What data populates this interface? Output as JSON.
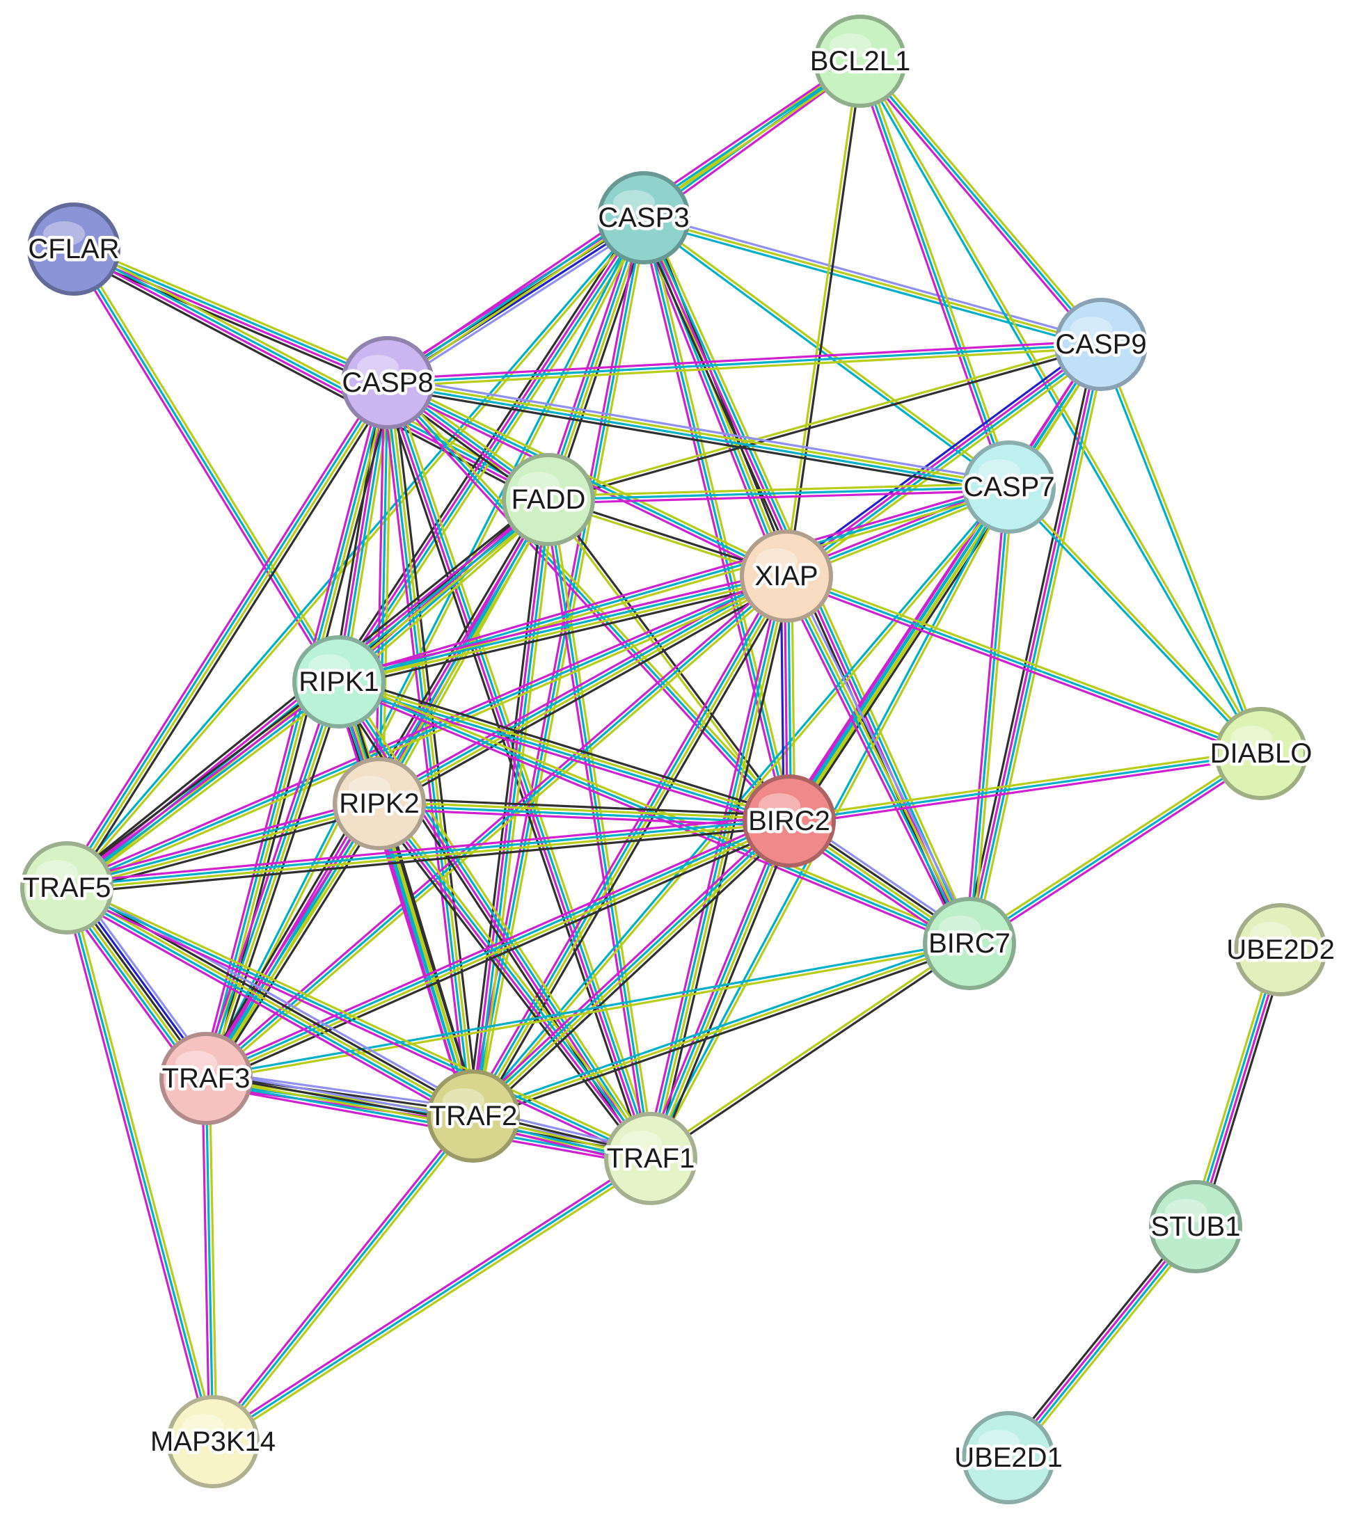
{
  "nodes": [
    {
      "id": "BCL2L1",
      "label": "BCL2L1",
      "color": "#c8f2c2"
    },
    {
      "id": "CFLAR",
      "label": "CFLAR",
      "color": "#8a94d6"
    },
    {
      "id": "CASP3",
      "label": "CASP3",
      "color": "#8fd3cc"
    },
    {
      "id": "CASP9",
      "label": "CASP9",
      "color": "#c0e0f8"
    },
    {
      "id": "CASP8",
      "label": "CASP8",
      "color": "#cbb6f2"
    },
    {
      "id": "FADD",
      "label": "FADD",
      "color": "#cef0c4"
    },
    {
      "id": "CASP7",
      "label": "CASP7",
      "color": "#bff0f0"
    },
    {
      "id": "XIAP",
      "label": "XIAP",
      "color": "#f7dcc2"
    },
    {
      "id": "RIPK1",
      "label": "RIPK1",
      "color": "#b9f2d6"
    },
    {
      "id": "DIABLO",
      "label": "DIABLO",
      "color": "#dcf3b4"
    },
    {
      "id": "RIPK2",
      "label": "RIPK2",
      "color": "#f2e0c8"
    },
    {
      "id": "BIRC2",
      "label": "BIRC2",
      "color": "#f08a8a"
    },
    {
      "id": "TRAF5",
      "label": "TRAF5",
      "color": "#d7f3c6"
    },
    {
      "id": "BIRC7",
      "label": "BIRC7",
      "color": "#bcefc8"
    },
    {
      "id": "UBE2D2",
      "label": "UBE2D2",
      "color": "#e4efbe"
    },
    {
      "id": "TRAF3",
      "label": "TRAF3",
      "color": "#f6c2c0"
    },
    {
      "id": "TRAF2",
      "label": "TRAF2",
      "color": "#d8d68e"
    },
    {
      "id": "TRAF1",
      "label": "TRAF1",
      "color": "#e4f4c8"
    },
    {
      "id": "STUB1",
      "label": "STUB1",
      "color": "#bdeccc"
    },
    {
      "id": "MAP3K14",
      "label": "MAP3K14",
      "color": "#f6f4c8"
    },
    {
      "id": "UBE2D1",
      "label": "UBE2D1",
      "color": "#bff0e8"
    }
  ],
  "edges": [
    {
      "source": "CFLAR",
      "target": "CASP8",
      "colors": [
        "#b8cc1a",
        "#00b0c8",
        "#d020d0",
        "#303030"
      ]
    },
    {
      "source": "CFLAR",
      "target": "RIPK1",
      "colors": [
        "#b8cc1a",
        "#00b0c8",
        "#d020d0"
      ]
    },
    {
      "source": "CFLAR",
      "target": "FADD",
      "colors": [
        "#b8cc1a",
        "#00b0c8",
        "#d020d0",
        "#303030"
      ]
    },
    {
      "source": "CASP3",
      "target": "BCL2L1",
      "colors": [
        "#b8cc1a",
        "#00b0c8",
        "#d020d0"
      ]
    },
    {
      "source": "CASP3",
      "target": "CASP8",
      "colors": [
        "#9090f0",
        "#2020c8",
        "#303030",
        "#d020d0"
      ]
    },
    {
      "source": "CASP3",
      "target": "CASP9",
      "colors": [
        "#9090f0",
        "#b8cc1a",
        "#00b0c8"
      ]
    },
    {
      "source": "CASP3",
      "target": "CASP7",
      "colors": [
        "#b8cc1a",
        "#00b0c8"
      ]
    },
    {
      "source": "CASP3",
      "target": "XIAP",
      "colors": [
        "#303030",
        "#b8cc1a",
        "#00b0c8",
        "#d020d0"
      ]
    },
    {
      "source": "CASP3",
      "target": "FADD",
      "colors": [
        "#303030",
        "#b8cc1a",
        "#00b0c8",
        "#d020d0"
      ]
    },
    {
      "source": "CASP3",
      "target": "RIPK1",
      "colors": [
        "#b8cc1a",
        "#00b0c8",
        "#d020d0",
        "#303030"
      ]
    },
    {
      "source": "CASP3",
      "target": "BIRC2",
      "colors": [
        "#b8cc1a",
        "#00b0c8",
        "#d020d0"
      ]
    },
    {
      "source": "CASP3",
      "target": "BIRC7",
      "colors": [
        "#b8cc1a",
        "#00b0c8",
        "#d020d0",
        "#303030"
      ]
    },
    {
      "source": "CASP3",
      "target": "TRAF2",
      "colors": [
        "#b8cc1a",
        "#00b0c8",
        "#d020d0"
      ]
    },
    {
      "source": "CASP3",
      "target": "TRAF3",
      "colors": [
        "#b8cc1a",
        "#00b0c8"
      ]
    },
    {
      "source": "CASP3",
      "target": "TRAF5",
      "colors": [
        "#b8cc1a",
        "#00b0c8"
      ]
    },
    {
      "source": "BCL2L1",
      "target": "XIAP",
      "colors": [
        "#303030",
        "#b8cc1a"
      ]
    },
    {
      "source": "BCL2L1",
      "target": "CASP9",
      "colors": [
        "#b8cc1a",
        "#00b0c8",
        "#d020d0"
      ]
    },
    {
      "source": "BCL2L1",
      "target": "CASP7",
      "colors": [
        "#b8cc1a",
        "#00b0c8",
        "#d020d0"
      ]
    },
    {
      "source": "BCL2L1",
      "target": "CASP8",
      "colors": [
        "#b8cc1a",
        "#00b0c8",
        "#d020d0"
      ]
    },
    {
      "source": "BCL2L1",
      "target": "DIABLO",
      "colors": [
        "#b8cc1a",
        "#00b0c8"
      ]
    },
    {
      "source": "CASP9",
      "target": "XIAP",
      "colors": [
        "#b8cc1a",
        "#00b0c8",
        "#d020d0",
        "#2020c8"
      ]
    },
    {
      "source": "CASP9",
      "target": "CASP7",
      "colors": [
        "#b8cc1a",
        "#00b0c8",
        "#d020d0"
      ]
    },
    {
      "source": "CASP9",
      "target": "DIABLO",
      "colors": [
        "#b8cc1a",
        "#00b0c8"
      ]
    },
    {
      "source": "CASP9",
      "target": "BIRC2",
      "colors": [
        "#b8cc1a",
        "#00b0c8",
        "#d020d0"
      ]
    },
    {
      "source": "CASP9",
      "target": "BIRC7",
      "colors": [
        "#b8cc1a",
        "#00b0c8",
        "#d020d0",
        "#303030"
      ]
    },
    {
      "source": "CASP9",
      "target": "FADD",
      "colors": [
        "#303030",
        "#b8cc1a"
      ]
    },
    {
      "source": "CASP9",
      "target": "CASP8",
      "colors": [
        "#b8cc1a",
        "#00b0c8",
        "#d020d0"
      ]
    },
    {
      "source": "CASP8",
      "target": "FADD",
      "colors": [
        "#b8cc1a",
        "#00b0c8",
        "#d020d0",
        "#303030"
      ]
    },
    {
      "source": "CASP8",
      "target": "CASP7",
      "colors": [
        "#9090f0",
        "#b8cc1a",
        "#00b0c8",
        "#303030"
      ]
    },
    {
      "source": "CASP8",
      "target": "XIAP",
      "colors": [
        "#b8cc1a",
        "#00b0c8",
        "#d020d0"
      ]
    },
    {
      "source": "CASP8",
      "target": "RIPK1",
      "colors": [
        "#b8cc1a",
        "#00b0c8",
        "#d020d0",
        "#303030"
      ]
    },
    {
      "source": "CASP8",
      "target": "RIPK2",
      "colors": [
        "#b8cc1a",
        "#00b0c8",
        "#d020d0"
      ]
    },
    {
      "source": "CASP8",
      "target": "BIRC2",
      "colors": [
        "#b8cc1a",
        "#00b0c8",
        "#d020d0"
      ]
    },
    {
      "source": "CASP8",
      "target": "TRAF5",
      "colors": [
        "#303030",
        "#b8cc1a",
        "#00b0c8",
        "#d020d0"
      ]
    },
    {
      "source": "CASP8",
      "target": "TRAF3",
      "colors": [
        "#303030",
        "#b8cc1a",
        "#00b0c8",
        "#d020d0"
      ]
    },
    {
      "source": "CASP8",
      "target": "TRAF2",
      "colors": [
        "#303030",
        "#b8cc1a",
        "#00b0c8",
        "#d020d0"
      ]
    },
    {
      "source": "CASP8",
      "target": "TRAF1",
      "colors": [
        "#b8cc1a",
        "#00b0c8",
        "#d020d0",
        "#303030"
      ]
    },
    {
      "source": "FADD",
      "target": "CASP7",
      "colors": [
        "#b8cc1a",
        "#00b0c8",
        "#d020d0"
      ]
    },
    {
      "source": "FADD",
      "target": "XIAP",
      "colors": [
        "#303030",
        "#b8cc1a"
      ]
    },
    {
      "source": "FADD",
      "target": "RIPK1",
      "colors": [
        "#b8cc1a",
        "#00b0c8",
        "#d020d0",
        "#303030"
      ]
    },
    {
      "source": "FADD",
      "target": "RIPK2",
      "colors": [
        "#b8cc1a",
        "#00b0c8",
        "#d020d0"
      ]
    },
    {
      "source": "FADD",
      "target": "BIRC2",
      "colors": [
        "#303030",
        "#b8cc1a"
      ]
    },
    {
      "source": "FADD",
      "target": "TRAF5",
      "colors": [
        "#b8cc1a",
        "#00b0c8",
        "#d020d0",
        "#303030"
      ]
    },
    {
      "source": "FADD",
      "target": "TRAF3",
      "colors": [
        "#b8cc1a",
        "#00b0c8",
        "#d020d0",
        "#303030"
      ]
    },
    {
      "source": "FADD",
      "target": "TRAF2",
      "colors": [
        "#b8cc1a",
        "#00b0c8",
        "#d020d0",
        "#303030"
      ]
    },
    {
      "source": "FADD",
      "target": "TRAF1",
      "colors": [
        "#b8cc1a",
        "#00b0c8",
        "#d020d0"
      ]
    },
    {
      "source": "CASP7",
      "target": "XIAP",
      "colors": [
        "#b8cc1a",
        "#00b0c8",
        "#d020d0"
      ]
    },
    {
      "source": "CASP7",
      "target": "BIRC2",
      "colors": [
        "#303030",
        "#b8cc1a",
        "#00b0c8",
        "#d020d0"
      ]
    },
    {
      "source": "CASP7",
      "target": "BIRC7",
      "colors": [
        "#b8cc1a",
        "#00b0c8",
        "#d020d0"
      ]
    },
    {
      "source": "CASP7",
      "target": "DIABLO",
      "colors": [
        "#b8cc1a",
        "#00b0c8"
      ]
    },
    {
      "source": "CASP7",
      "target": "RIPK1",
      "colors": [
        "#b8cc1a",
        "#00b0c8",
        "#d020d0"
      ]
    },
    {
      "source": "CASP7",
      "target": "TRAF1",
      "colors": [
        "#b8cc1a",
        "#00b0c8"
      ]
    },
    {
      "source": "CASP7",
      "target": "TRAF2",
      "colors": [
        "#b8cc1a",
        "#00b0c8"
      ]
    },
    {
      "source": "XIAP",
      "target": "BIRC2",
      "colors": [
        "#b8cc1a",
        "#00b0c8",
        "#d020d0",
        "#2020c8"
      ]
    },
    {
      "source": "XIAP",
      "target": "BIRC7",
      "colors": [
        "#9090f0",
        "#b8cc1a",
        "#00b0c8",
        "#d020d0"
      ]
    },
    {
      "source": "XIAP",
      "target": "DIABLO",
      "colors": [
        "#b8cc1a",
        "#00b0c8",
        "#d020d0"
      ]
    },
    {
      "source": "XIAP",
      "target": "RIPK1",
      "colors": [
        "#303030",
        "#b8cc1a",
        "#00b0c8",
        "#d020d0"
      ]
    },
    {
      "source": "XIAP",
      "target": "RIPK2",
      "colors": [
        "#303030",
        "#b8cc1a",
        "#00b0c8",
        "#d020d0"
      ]
    },
    {
      "source": "XIAP",
      "target": "TRAF5",
      "colors": [
        "#b8cc1a",
        "#00b0c8",
        "#d020d0"
      ]
    },
    {
      "source": "XIAP",
      "target": "TRAF3",
      "colors": [
        "#b8cc1a",
        "#00b0c8",
        "#d020d0"
      ]
    },
    {
      "source": "XIAP",
      "target": "TRAF2",
      "colors": [
        "#303030",
        "#b8cc1a",
        "#00b0c8",
        "#d020d0"
      ]
    },
    {
      "source": "XIAP",
      "target": "TRAF1",
      "colors": [
        "#303030",
        "#b8cc1a",
        "#00b0c8",
        "#d020d0"
      ]
    },
    {
      "source": "RIPK1",
      "target": "RIPK2",
      "colors": [
        "#b8cc1a",
        "#00b0c8",
        "#d020d0",
        "#303030"
      ]
    },
    {
      "source": "RIPK1",
      "target": "BIRC2",
      "colors": [
        "#303030",
        "#b8cc1a",
        "#00b0c8",
        "#d020d0"
      ]
    },
    {
      "source": "RIPK1",
      "target": "BIRC7",
      "colors": [
        "#b8cc1a",
        "#00b0c8",
        "#d020d0"
      ]
    },
    {
      "source": "RIPK1",
      "target": "TRAF5",
      "colors": [
        "#b8cc1a",
        "#00b0c8",
        "#d020d0",
        "#303030"
      ]
    },
    {
      "source": "RIPK1",
      "target": "TRAF3",
      "colors": [
        "#303030",
        "#b8cc1a",
        "#00b0c8",
        "#d020d0"
      ]
    },
    {
      "source": "RIPK1",
      "target": "TRAF2",
      "colors": [
        "#303030",
        "#b8cc1a",
        "#00b0c8",
        "#d020d0"
      ]
    },
    {
      "source": "RIPK1",
      "target": "TRAF1",
      "colors": [
        "#b8cc1a",
        "#00b0c8",
        "#d020d0",
        "#303030"
      ]
    },
    {
      "source": "RIPK2",
      "target": "BIRC2",
      "colors": [
        "#303030",
        "#b8cc1a",
        "#00b0c8",
        "#d020d0"
      ]
    },
    {
      "source": "RIPK2",
      "target": "TRAF5",
      "colors": [
        "#303030",
        "#b8cc1a",
        "#00b0c8",
        "#d020d0"
      ]
    },
    {
      "source": "RIPK2",
      "target": "TRAF3",
      "colors": [
        "#303030",
        "#b8cc1a",
        "#00b0c8",
        "#d020d0"
      ]
    },
    {
      "source": "RIPK2",
      "target": "TRAF2",
      "colors": [
        "#303030",
        "#b8cc1a",
        "#00b0c8",
        "#d020d0"
      ]
    },
    {
      "source": "RIPK2",
      "target": "TRAF1",
      "colors": [
        "#b8cc1a",
        "#00b0c8",
        "#d020d0",
        "#303030"
      ]
    },
    {
      "source": "BIRC2",
      "target": "DIABLO",
      "colors": [
        "#b8cc1a",
        "#00b0c8",
        "#d020d0"
      ]
    },
    {
      "source": "BIRC2",
      "target": "BIRC7",
      "colors": [
        "#9090f0",
        "#303030",
        "#b8cc1a",
        "#00b0c8",
        "#d020d0"
      ]
    },
    {
      "source": "BIRC2",
      "target": "TRAF5",
      "colors": [
        "#303030",
        "#b8cc1a",
        "#00b0c8",
        "#d020d0"
      ]
    },
    {
      "source": "BIRC2",
      "target": "TRAF3",
      "colors": [
        "#303030",
        "#b8cc1a",
        "#00b0c8",
        "#d020d0"
      ]
    },
    {
      "source": "BIRC2",
      "target": "TRAF2",
      "colors": [
        "#303030",
        "#b8cc1a",
        "#00b0c8",
        "#d020d0"
      ]
    },
    {
      "source": "BIRC2",
      "target": "TRAF1",
      "colors": [
        "#303030",
        "#b8cc1a",
        "#00b0c8",
        "#d020d0"
      ]
    },
    {
      "source": "BIRC7",
      "target": "DIABLO",
      "colors": [
        "#b8cc1a",
        "#00b0c8",
        "#d020d0"
      ]
    },
    {
      "source": "BIRC7",
      "target": "TRAF2",
      "colors": [
        "#303030",
        "#b8cc1a",
        "#00b0c8"
      ]
    },
    {
      "source": "BIRC7",
      "target": "TRAF3",
      "colors": [
        "#b8cc1a",
        "#00b0c8"
      ]
    },
    {
      "source": "BIRC7",
      "target": "TRAF1",
      "colors": [
        "#303030",
        "#b8cc1a"
      ]
    },
    {
      "source": "TRAF5",
      "target": "TRAF3",
      "colors": [
        "#9090f0",
        "#2020c8",
        "#303030",
        "#b8cc1a",
        "#00b0c8",
        "#d020d0"
      ]
    },
    {
      "source": "TRAF5",
      "target": "TRAF2",
      "colors": [
        "#9090f0",
        "#303030",
        "#b8cc1a",
        "#00b0c8",
        "#d020d0"
      ]
    },
    {
      "source": "TRAF5",
      "target": "TRAF1",
      "colors": [
        "#b8cc1a",
        "#00b0c8",
        "#d020d0"
      ]
    },
    {
      "source": "TRAF5",
      "target": "MAP3K14",
      "colors": [
        "#b8cc1a",
        "#00b0c8",
        "#d020d0"
      ]
    },
    {
      "source": "TRAF3",
      "target": "TRAF2",
      "colors": [
        "#9090f0",
        "#303030",
        "#b8cc1a",
        "#00b0c8",
        "#d020d0"
      ]
    },
    {
      "source": "TRAF3",
      "target": "TRAF1",
      "colors": [
        "#9090f0",
        "#303030",
        "#b8cc1a",
        "#00b0c8",
        "#d020d0"
      ]
    },
    {
      "source": "TRAF3",
      "target": "MAP3K14",
      "colors": [
        "#b8cc1a",
        "#00b0c8",
        "#d020d0"
      ]
    },
    {
      "source": "TRAF2",
      "target": "TRAF1",
      "colors": [
        "#9090f0",
        "#303030",
        "#b8cc1a",
        "#00b0c8",
        "#d020d0"
      ]
    },
    {
      "source": "TRAF2",
      "target": "MAP3K14",
      "colors": [
        "#b8cc1a",
        "#00b0c8",
        "#d020d0"
      ]
    },
    {
      "source": "TRAF1",
      "target": "MAP3K14",
      "colors": [
        "#b8cc1a",
        "#00b0c8",
        "#d020d0"
      ]
    },
    {
      "source": "UBE2D2",
      "target": "STUB1",
      "colors": [
        "#303030",
        "#d020d0",
        "#00b0c8",
        "#b8cc1a"
      ]
    },
    {
      "source": "STUB1",
      "target": "UBE2D1",
      "colors": [
        "#b8cc1a",
        "#00b0c8",
        "#d020d0",
        "#303030"
      ]
    }
  ]
}
